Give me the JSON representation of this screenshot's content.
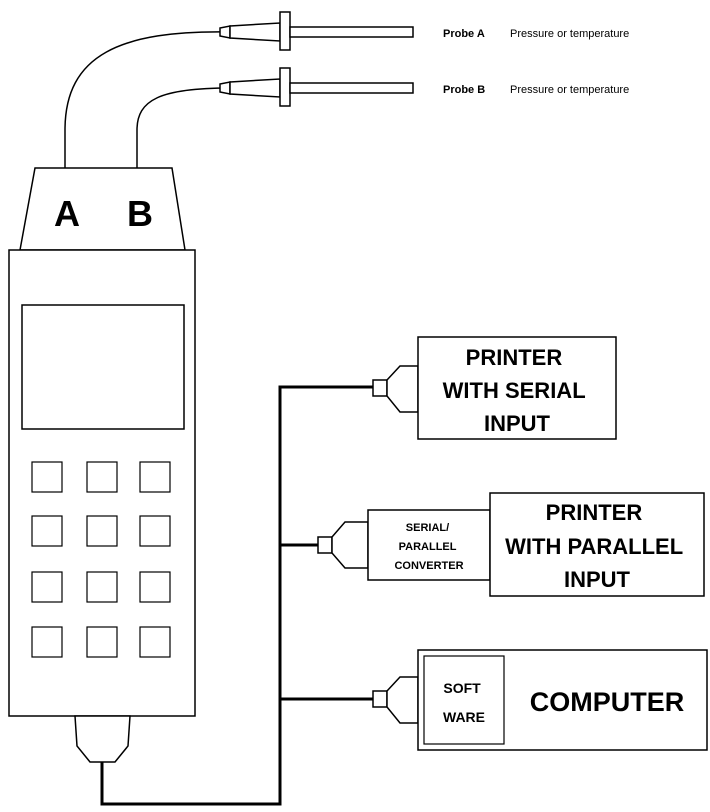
{
  "probes": [
    {
      "name": "Probe A",
      "description": "Pressure or temperature"
    },
    {
      "name": "Probe B",
      "description": "Pressure or temperature"
    }
  ],
  "meter": {
    "port_a": "A",
    "port_b": "B"
  },
  "devices": {
    "serial_printer": {
      "lines": [
        "PRINTER",
        "WITH SERIAL",
        "INPUT"
      ]
    },
    "converter": {
      "lines": [
        "SERIAL/",
        "PARALLEL",
        "CONVERTER"
      ]
    },
    "parallel_printer": {
      "lines": [
        "PRINTER",
        "WITH PARALLEL",
        "INPUT"
      ]
    },
    "software": {
      "lines": [
        "SOFT",
        "WARE"
      ]
    },
    "computer": {
      "label": "COMPUTER"
    }
  },
  "colors": {
    "line": "#000000",
    "background": "#ffffff"
  }
}
